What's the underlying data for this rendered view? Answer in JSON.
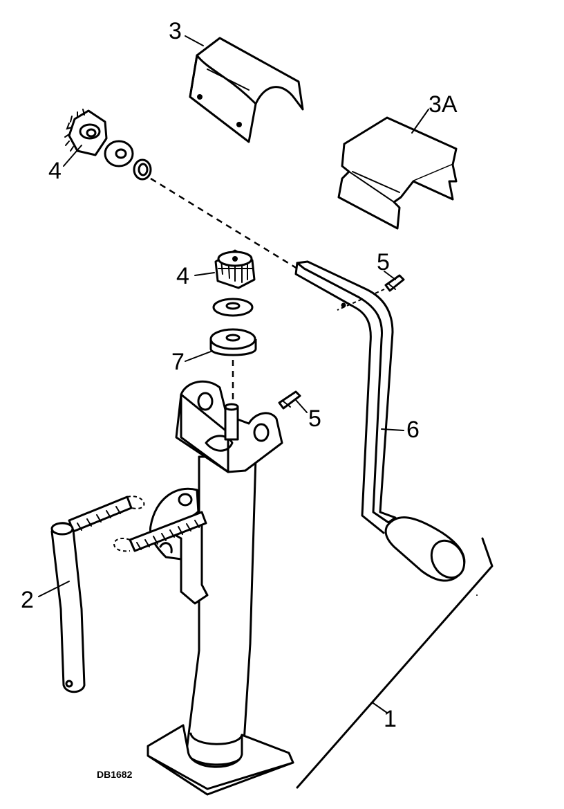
{
  "diagram": {
    "callouts": {
      "c1": "1",
      "c2": "2",
      "c3": "3",
      "c3a": "3A",
      "c4_top": "4",
      "c4_mid": "4",
      "c5_right": "5",
      "c5_mid": "5",
      "c6": "6",
      "c7": "7"
    },
    "drawing_code": "DB1682"
  }
}
